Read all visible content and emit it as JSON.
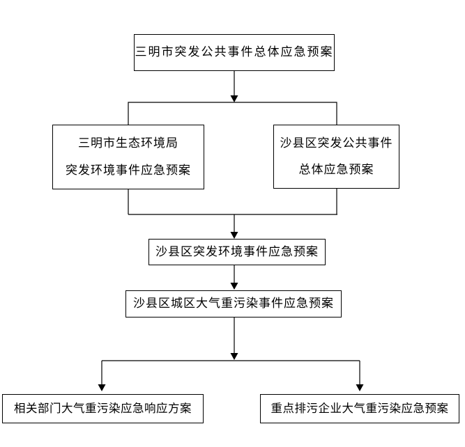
{
  "diagram": {
    "type": "flowchart",
    "background_color": "#ffffff",
    "line_color": "#000000",
    "text_color": "#000000",
    "nodes": {
      "sanming_total": {
        "label": "三明市突发公共事件总体应急预案"
      },
      "eco_bureau": {
        "line1": "三明市生态环境局",
        "line2": "突发环境事件应急预案"
      },
      "shaxian_total": {
        "line1": "沙县区突发公共事件",
        "line2": "总体应急预案"
      },
      "shaxian_env": {
        "label": "沙县区突发环境事件应急预案"
      },
      "shaxian_air": {
        "label": "沙县区城区大气重污染事件应急预案"
      },
      "departments": {
        "label": "相关部门大气重污染应急响应方案"
      },
      "enterprises": {
        "label": "重点排污企业大气重污染应急预案"
      }
    }
  }
}
